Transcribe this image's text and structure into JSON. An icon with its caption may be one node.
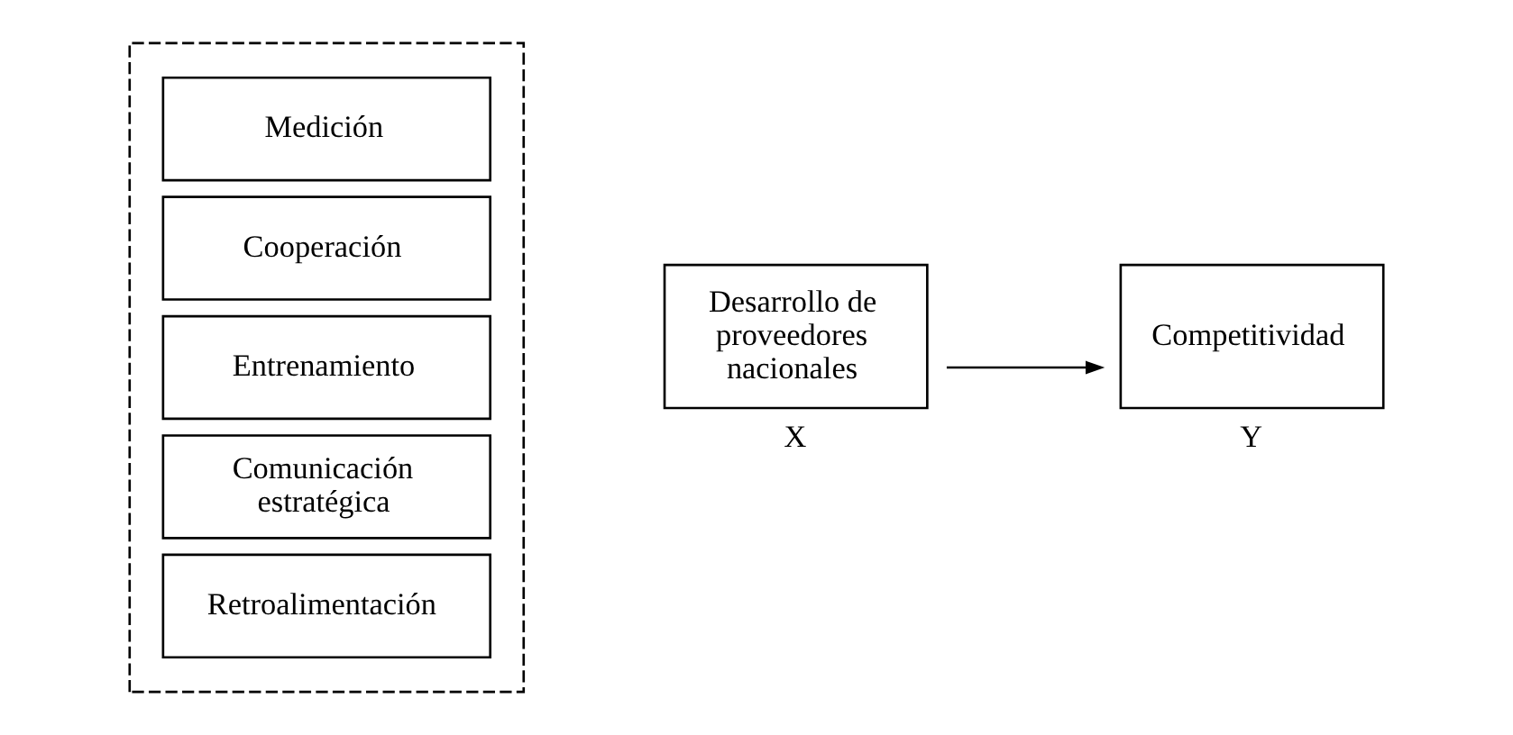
{
  "diagram": {
    "nodes": [
      {
        "text": [],
        "shape": "box"
      },
      {
        "text": [
          "Medición"
        ],
        "in": 0
      },
      {
        "text": [
          "Cooperación"
        ],
        "in": 0
      },
      {
        "text": [
          "Entrenamiento"
        ],
        "in": 0
      },
      {
        "text": [
          "Comunicación estratégica"
        ],
        "in": 0
      },
      {
        "text": [
          "Retroalimentación"
        ],
        "in": 0
      },
      {
        "text": [
          "Desarrollo de proveedores nacionales"
        ],
        "beside": [
          "X"
        ]
      },
      {
        "text": [
          "Competitividad"
        ],
        "beside": [
          "Y"
        ]
      }
    ],
    "edges": [
      {
        "from": 6,
        "to": 7,
        "arrow": "to"
      }
    ]
  }
}
